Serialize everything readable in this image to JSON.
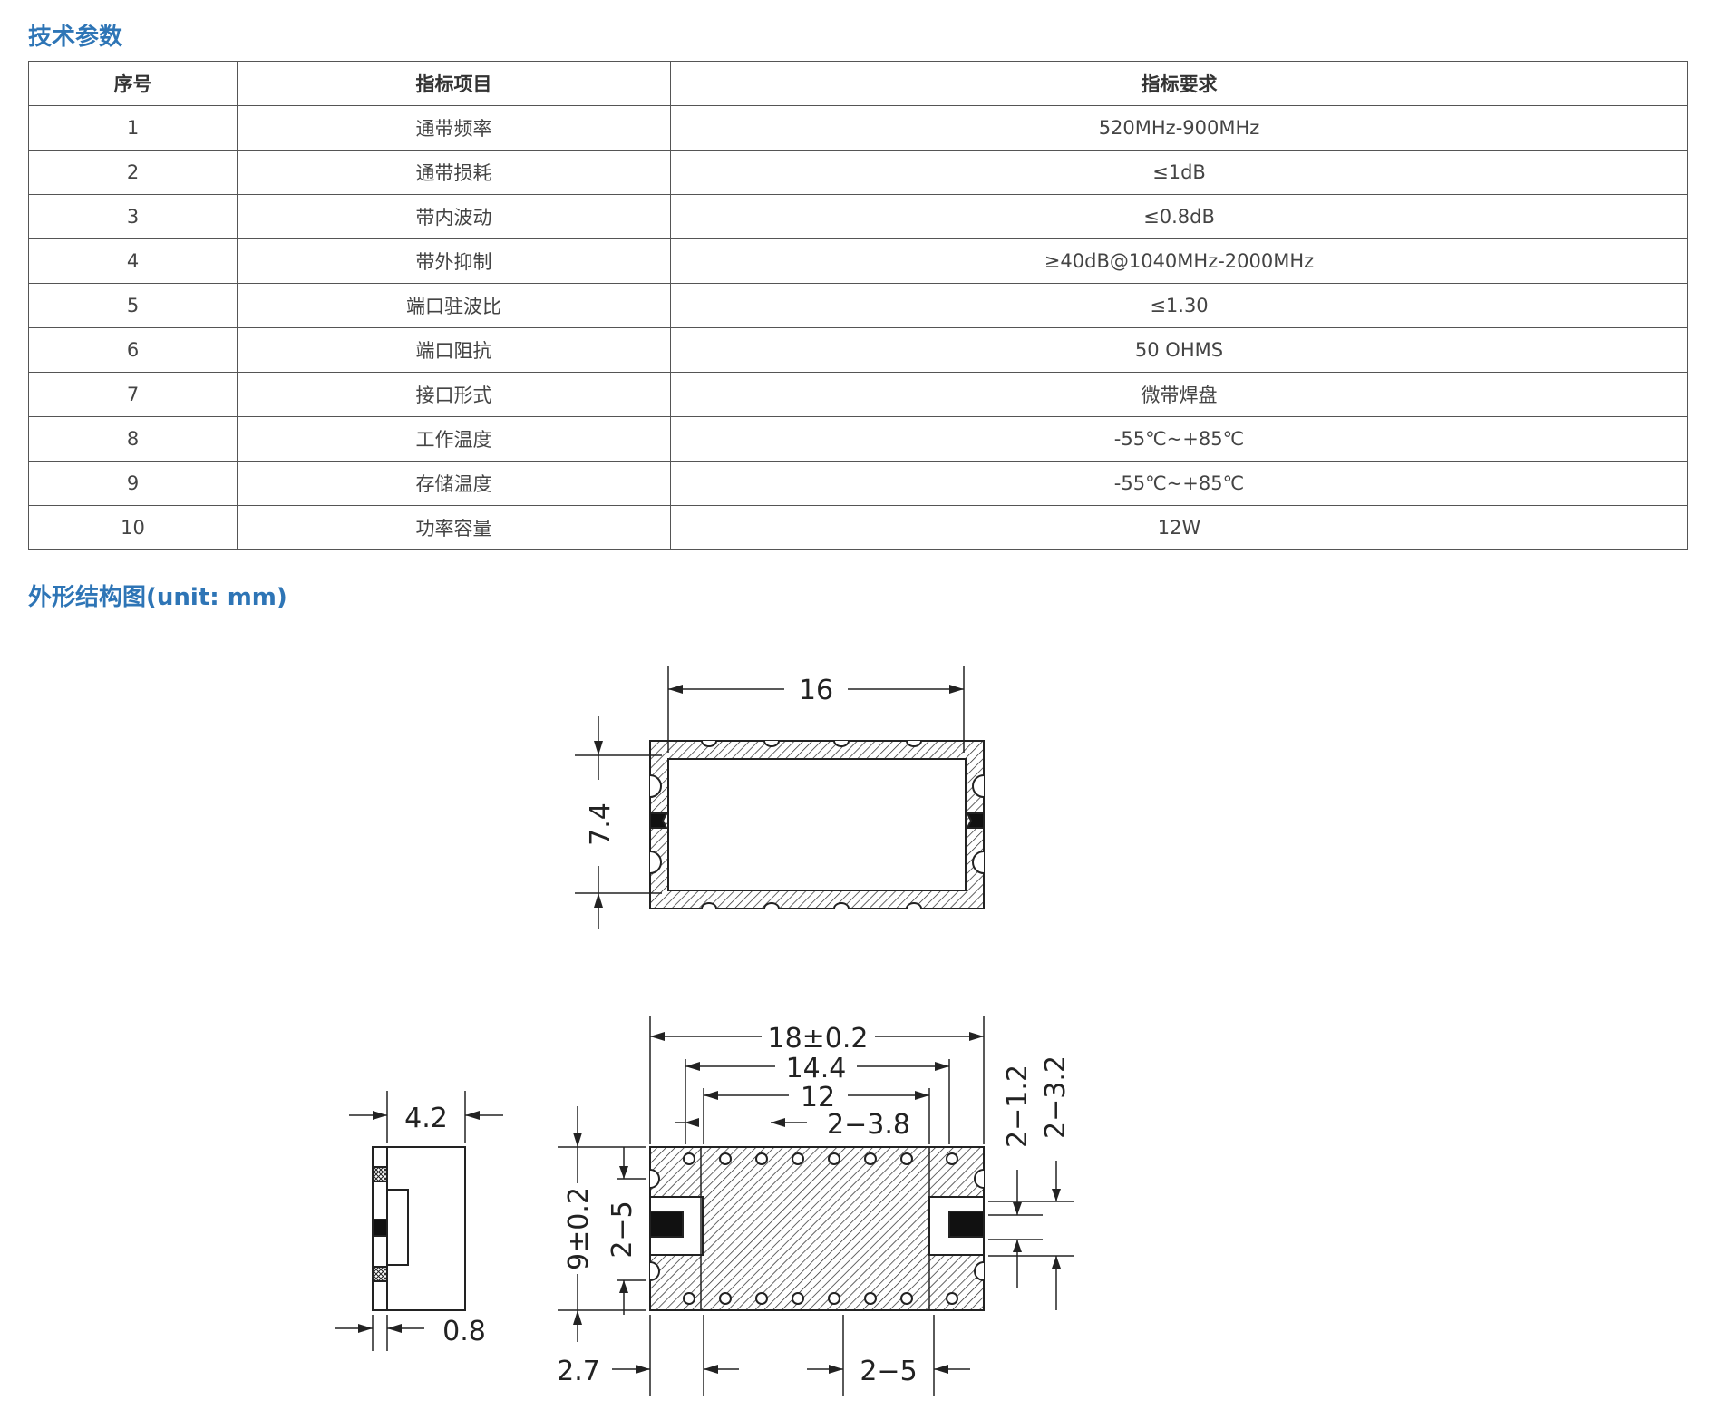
{
  "spec_section": {
    "title": "技术参数",
    "columns": [
      "序号",
      "指标项目",
      "指标要求"
    ],
    "rows": [
      [
        "1",
        "通带频率",
        "520MHz-900MHz"
      ],
      [
        "2",
        "通带损耗",
        "≤1dB"
      ],
      [
        "3",
        "带内波动",
        "≤0.8dB"
      ],
      [
        "4",
        "带外抑制",
        "≥40dB@1040MHz-2000MHz"
      ],
      [
        "5",
        "端口驻波比",
        "≤1.30"
      ],
      [
        "6",
        "端口阻抗",
        "50 OHMS"
      ],
      [
        "7",
        "接口形式",
        "微带焊盘"
      ],
      [
        "8",
        "工作温度",
        "-55℃~+85℃"
      ],
      [
        "9",
        "存储温度",
        "-55℃~+85℃"
      ],
      [
        "10",
        "功率容量",
        "12W"
      ]
    ]
  },
  "outline_section": {
    "title": "外形结构图(unit: mm)"
  },
  "drawing": {
    "top_view": {
      "width": "16",
      "height": "7.4"
    },
    "side_view": {
      "thickness": "4.2",
      "lid": "0.8"
    },
    "bottom_view": {
      "length": "18±0.2",
      "pad_span": "14.4",
      "inner_span": "12",
      "pad_width": "2−3.8",
      "height": "9±0.2",
      "pad_height": "2−5",
      "port_width": "2−1.2",
      "port_span": "2−3.2",
      "edge": "2.7",
      "pitch": "2−5"
    }
  }
}
